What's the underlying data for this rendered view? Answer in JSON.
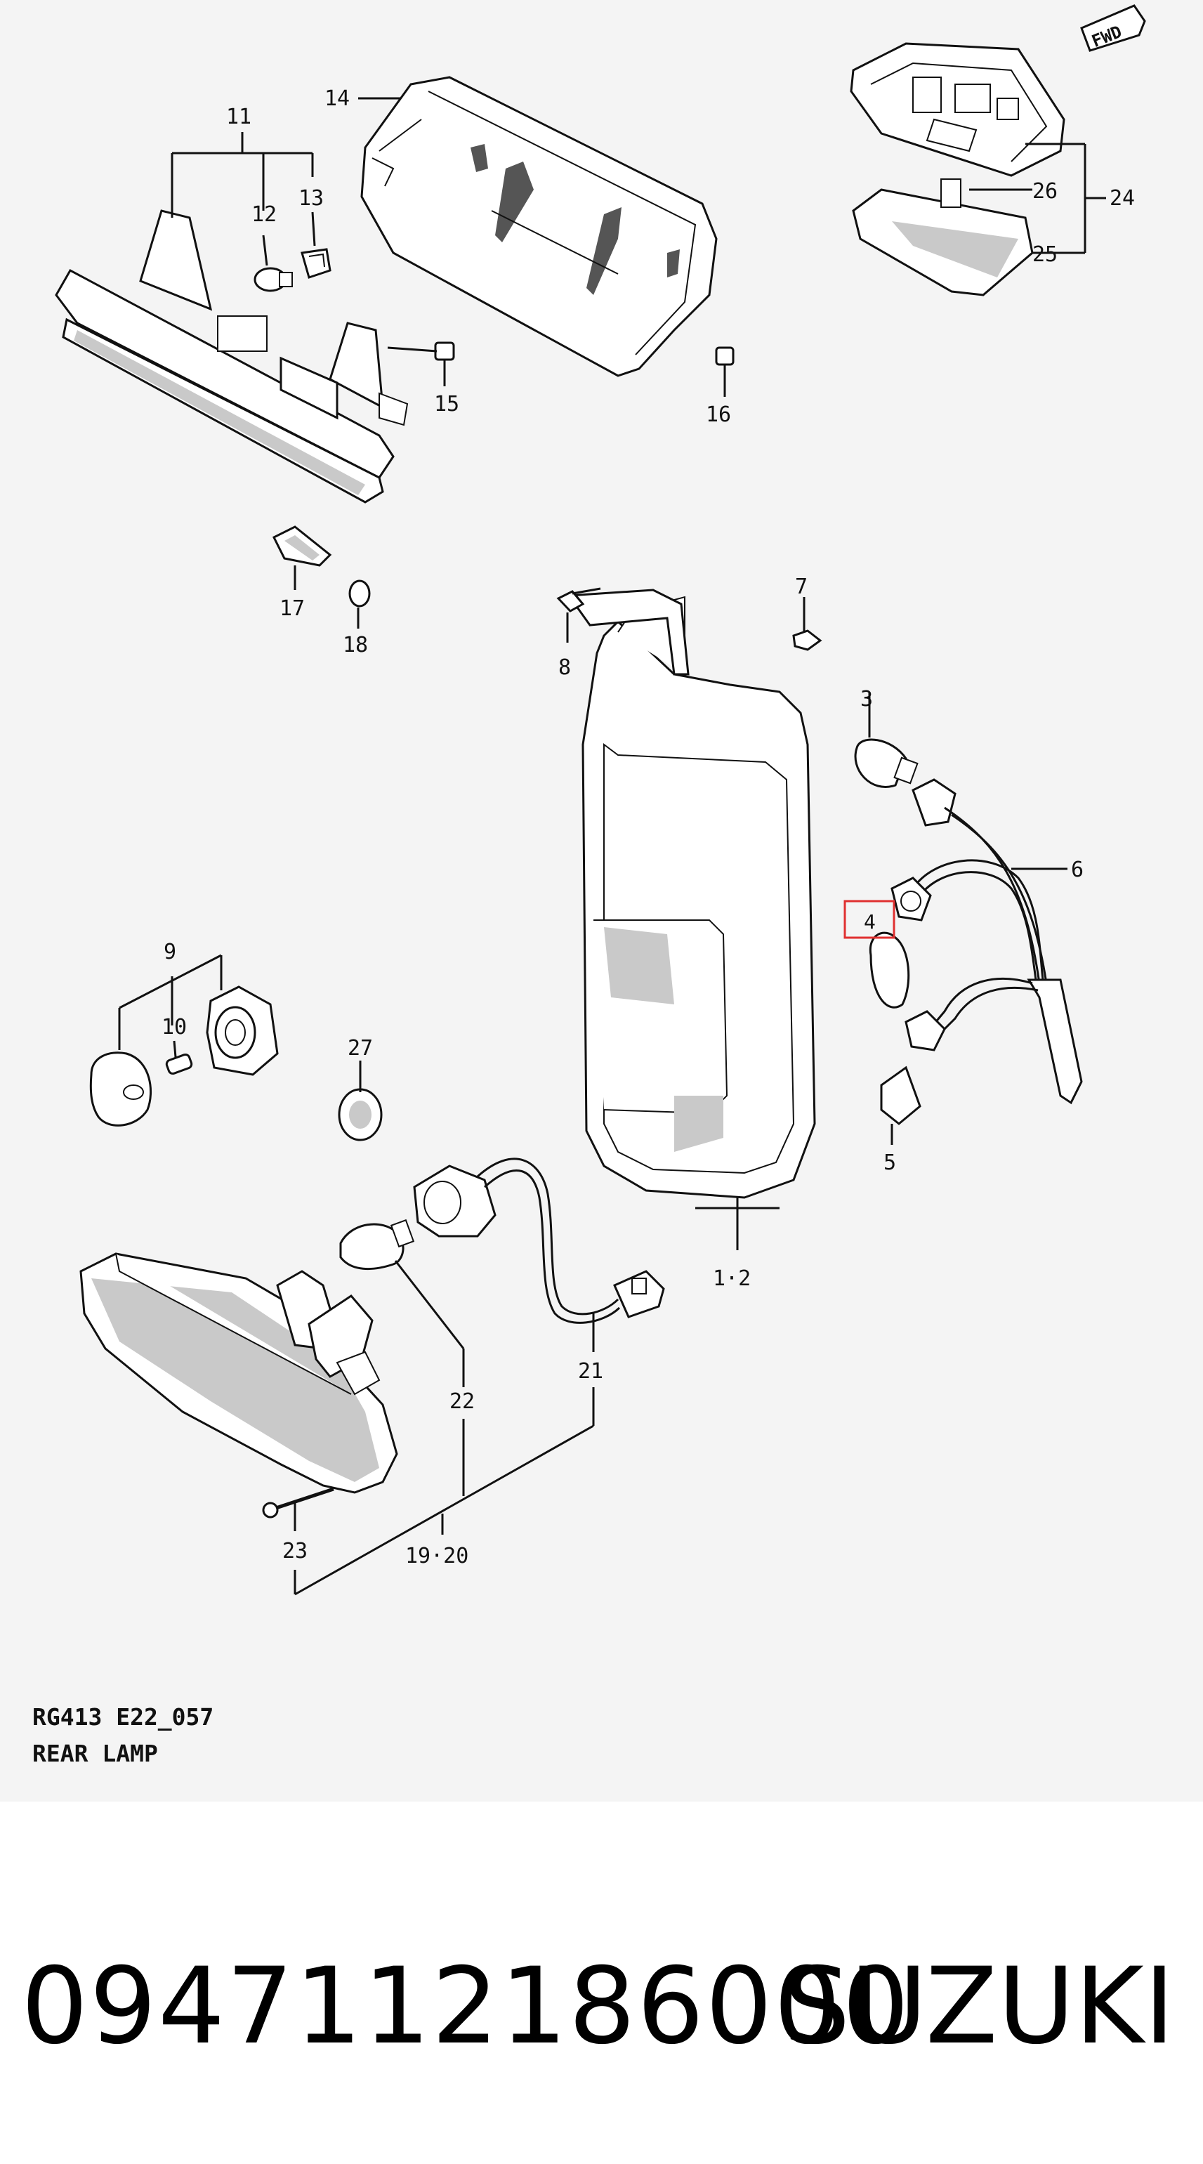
{
  "diagram": {
    "code": "RG413 E22_057",
    "title": "REAR LAMP",
    "fwd_label": "FWD",
    "highlight_color": "#e03030",
    "callouts": [
      "11",
      "12",
      "13",
      "14",
      "15",
      "16",
      "17",
      "18",
      "7",
      "8",
      "3",
      "6",
      "4",
      "5",
      "1·2",
      "9",
      "10",
      "27",
      "21",
      "22",
      "23",
      "19·20",
      "24",
      "25",
      "26"
    ]
  },
  "footer": {
    "part_number": "0947112186000",
    "brand": "SUZUKI"
  }
}
